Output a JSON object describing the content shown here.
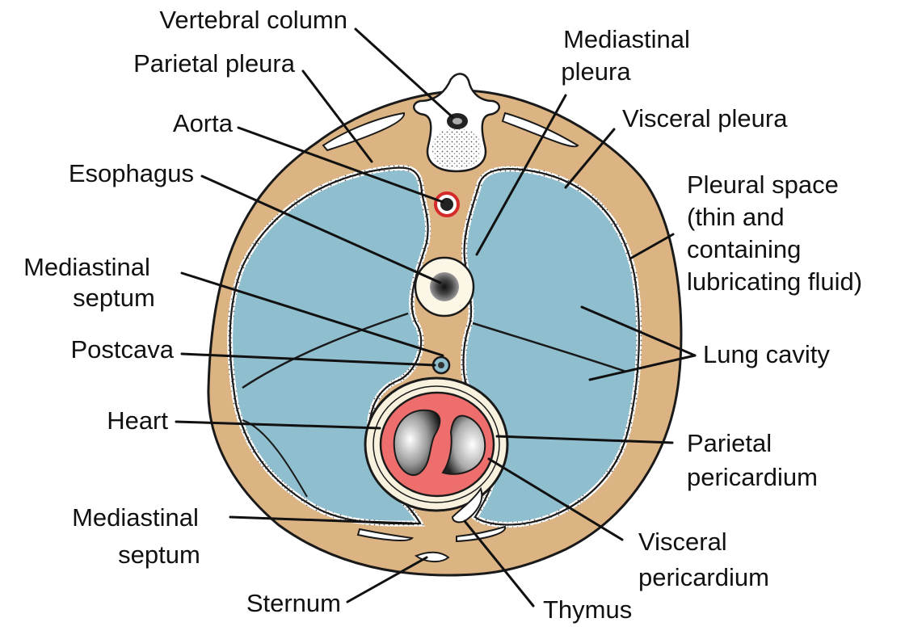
{
  "labels": {
    "vertebral_column": "Vertebral column",
    "parietal_pleura": "Parietal pleura",
    "aorta": "Aorta",
    "esophagus": "Esophagus",
    "mediastinal_septum_upper_1": "Mediastinal",
    "mediastinal_septum_upper_2": "septum",
    "postcava": "Postcava",
    "heart": "Heart",
    "mediastinal_septum_lower_1": "Mediastinal",
    "mediastinal_septum_lower_2": "septum",
    "sternum": "Sternum",
    "mediastinal_pleura_1": "Mediastinal",
    "mediastinal_pleura_2": "pleura",
    "visceral_pleura": "Visceral pleura",
    "pleural_space_1": "Pleural space",
    "pleural_space_2": "(thin and",
    "pleural_space_3": "containing",
    "pleural_space_4": "lubricating fluid)",
    "lung_cavity": "Lung cavity",
    "parietal_pericardium_1": "Parietal",
    "parietal_pericardium_2": "pericardium",
    "visceral_pericardium_1": "Visceral",
    "visceral_pericardium_2": "pericardium",
    "thymus": "Thymus"
  },
  "colors": {
    "body_wall": "#dcb483",
    "lung_cavity": "#8fbfcf",
    "heart_muscle": "#ee6e6e",
    "pericardium": "#f7f1de",
    "outline": "#1a1a1a",
    "aorta_ring": "#d42a2a"
  }
}
